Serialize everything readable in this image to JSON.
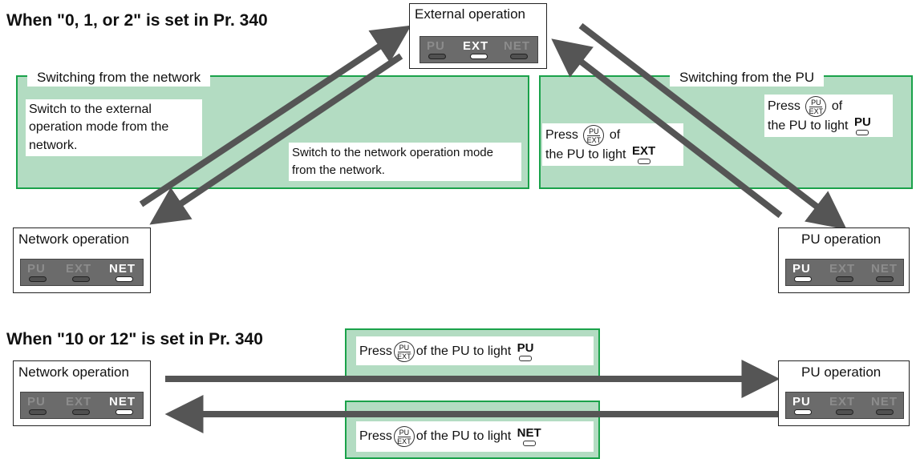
{
  "heading_top": "When \"0, 1, or 2\" is set in Pr. 340",
  "heading_bottom": "When \"10 or 12\" is set in Pr. 340",
  "external_mode": {
    "title": "External operation",
    "leds": [
      "PU",
      "EXT",
      "NET"
    ],
    "lit": "EXT"
  },
  "network_mode_top": {
    "title": "Network operation",
    "leds": [
      "PU",
      "EXT",
      "NET"
    ],
    "lit": "NET"
  },
  "pu_mode_top": {
    "title": "PU operation",
    "leds": [
      "PU",
      "EXT",
      "NET"
    ],
    "lit": "PU"
  },
  "network_mode_bottom": {
    "title": "Network operation",
    "leds": [
      "PU",
      "EXT",
      "NET"
    ],
    "lit": "NET"
  },
  "pu_mode_bottom": {
    "title": "PU operation",
    "leds": [
      "PU",
      "EXT",
      "NET"
    ],
    "lit": "PU"
  },
  "network_panel": {
    "title": "Switching from the network",
    "note_external": "Switch to the external operation mode from the network.",
    "note_network": "Switch to the network operation mode from the network."
  },
  "pu_panel": {
    "title": "Switching from the PU",
    "press_prefix": "Press",
    "note_to_pu_suffix_1": "of",
    "note_to_pu_suffix_2": "the PU to light",
    "note_to_pu_lit": "PU",
    "note_to_ext_suffix_1": "of",
    "note_to_ext_suffix_2": "the PU to light",
    "note_to_ext_lit": "EXT"
  },
  "key": {
    "top": "PU",
    "bottom": "EXT"
  },
  "bottom_notes": {
    "to_pu_prefix": "Press",
    "to_pu_suffix": "of the PU to light",
    "to_pu_lit": "PU",
    "to_net_prefix": "Press",
    "to_net_suffix": "of the PU to light",
    "to_net_lit": "NET"
  },
  "colors": {
    "panel_fill": "#b3dcc2",
    "panel_border": "#1aa24a",
    "arrow": "#555555",
    "display": "#6b6b6b"
  }
}
